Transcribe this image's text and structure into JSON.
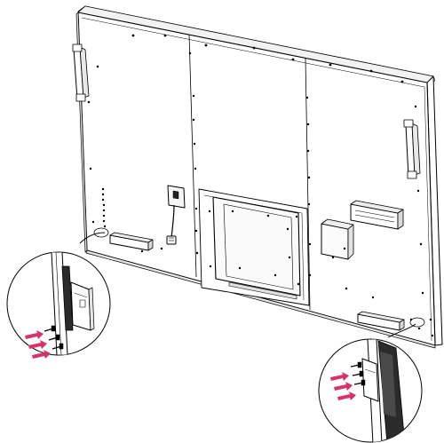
{
  "diagram": {
    "subject": "display-rear-panel-assembly",
    "colors": {
      "line": "#000000",
      "panel_fill": "#ffffff",
      "panel_shade": "#e6e6e6",
      "gasket": "#2b2b2b",
      "arrow": "#d6336c",
      "screw": "#000000"
    },
    "callouts": [
      {
        "id": "left-corner",
        "icon": "zoom-callout-icon",
        "arrow_count": 3,
        "screw_count": 3
      },
      {
        "id": "right-corner",
        "icon": "zoom-callout-icon",
        "arrow_count": 3,
        "screw_count": 3
      }
    ]
  }
}
